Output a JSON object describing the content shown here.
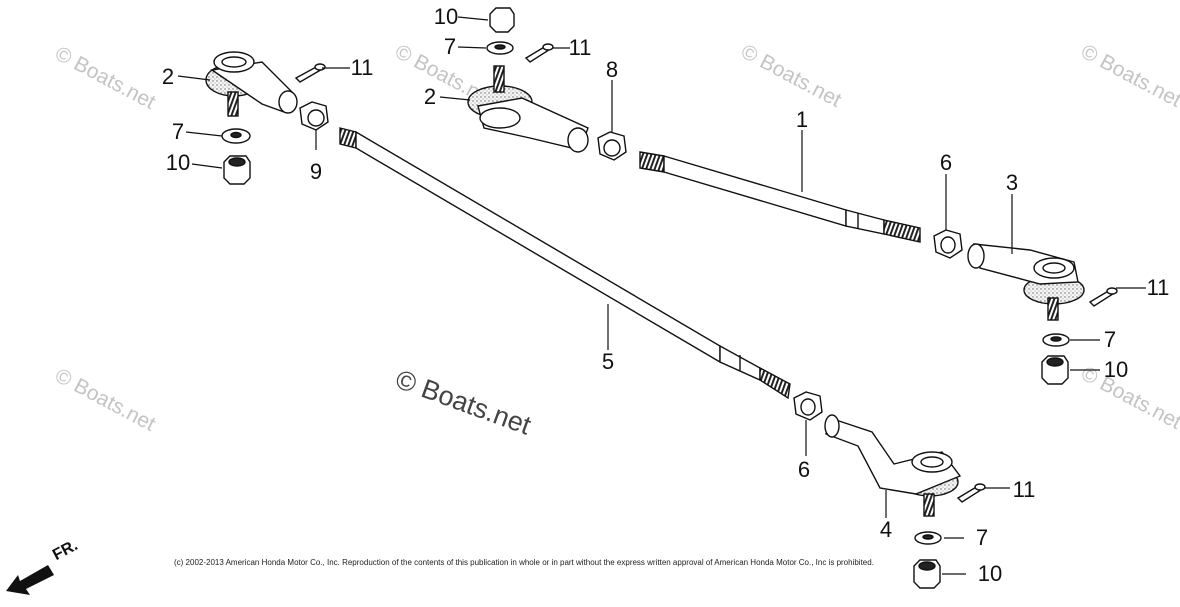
{
  "diagram": {
    "watermark": "© Boats.net",
    "center_watermark": "© Boats.net",
    "copyright": "(c) 2002-2013 American Honda Motor Co., Inc. Reproduction of the contents of this publication in whole or in part without the express written approval of American Honda Motor Co., Inc is prohibited.",
    "direction_label": "FR.",
    "callouts": {
      "c1": "1",
      "c2a": "2",
      "c2b": "2",
      "c3": "3",
      "c4": "4",
      "c5": "5",
      "c6a": "6",
      "c6b": "6",
      "c7a": "7",
      "c7b": "7",
      "c7c": "7",
      "c7d": "7",
      "c8": "8",
      "c9": "9",
      "c10a": "10",
      "c10b": "10",
      "c10c": "10",
      "c10d": "10",
      "c11a": "11",
      "c11b": "11",
      "c11c": "11",
      "c11d": "11"
    }
  }
}
